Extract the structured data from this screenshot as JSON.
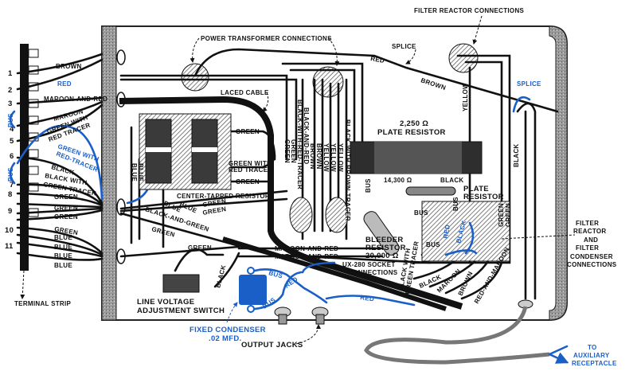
{
  "terminal_strip": {
    "label": "TERMINAL STRIP",
    "numbers": [
      "1",
      "2",
      "3",
      "4",
      "5",
      "6",
      "7",
      "8",
      "9",
      "10",
      "11"
    ],
    "wires": [
      "BROWN",
      "RED",
      "MAROON-AND-RED",
      "MAROON",
      "GREEN WITH",
      "RED TRACER",
      "GREEN WITH",
      "RED-TRACER",
      "BLACK",
      "BLACK WITH",
      "GREEN TRACER",
      "GREEN",
      "GREEN",
      "GREEN",
      "GREEN",
      "BLUE",
      "BLUE",
      "BLUE",
      "BLUE"
    ],
    "bus": "BUS"
  },
  "callouts": {
    "power_transformer": "POWER TRANSFORMER CONNECTIONS",
    "filter_reactor": "FILTER REACTOR CONNECTIONS",
    "splice": "SPLICE",
    "splice_blue": "SPLICE",
    "laced_cable": "LACED CABLE",
    "center_tapped": "CENTER-TAPPED RESISTORS",
    "plate_resistor_value": "2,250 Ω",
    "plate_resistor": "PLATE RESISTOR",
    "plate_resistor2_value": "14,300 Ω",
    "plate_resistor2_l1": "PLATE",
    "plate_resistor2_l2": "RESISTOR",
    "bleeder_l1": "BLEEDER",
    "bleeder_l2": "RESISTOR",
    "bleeder_value": "20,000 Ω",
    "ux280_l1": "UX-280 SOCKET",
    "ux280_l2": "CONNECTIONS",
    "filter_l1": "FILTER",
    "filter_l2": "REACTOR",
    "filter_l3": "AND",
    "filter_l4": "FILTER",
    "filter_l5": "CONDENSER",
    "filter_l6": "CONNECTIONS",
    "switch_l1": "LINE VOLTAGE",
    "switch_l2": "ADJUSTMENT SWITCH",
    "condenser_l1": "FIXED CONDENSER",
    "condenser_l2": ".02 MFD.",
    "output_jacks": "OUTPUT JACKS",
    "aux_l1": "TO",
    "aux_l2": "AUXILIARY",
    "aux_l3": "RECEPTACLE"
  },
  "wire_labels": {
    "red": "RED",
    "brown": "BROWN",
    "green": "GREEN",
    "green_with": "GREEN WITH",
    "red_tracer": "RED TRACER",
    "blue": "BLUE",
    "black": "BLACK",
    "black_and_green": "BLACK-AND-GREEN",
    "black_with_red_tracer": "BLACK-WITH-RED-TRACER",
    "black_and_red": "BLACK-AND-RED",
    "yellow": "YELLOW",
    "black_with_brown_tracer": "BLACK-WITH-BROWN-TRACER",
    "maroon_and_red": "MAROON-AND-RED",
    "maroon": "MAROON",
    "red_and_maroon": "RED-AND-MAROON",
    "black_with": "BLACK WITH",
    "green_tracer": "GREEN TRACER",
    "bus": "BUS"
  },
  "colors": {
    "ink": "#111111",
    "accent_blue": "#1a5fc8",
    "chassis_edge": "#8a8a8a"
  }
}
